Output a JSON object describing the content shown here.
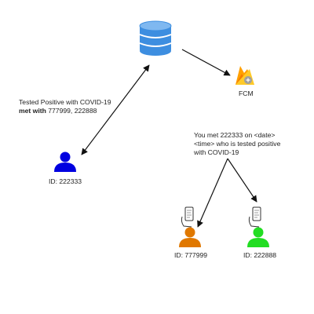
{
  "server": {
    "fcm_label": "FCM"
  },
  "report": {
    "line1": "Tested Positive with COVID-19",
    "met_label": "met with",
    "met_ids": " 777999, 222888"
  },
  "notification": {
    "line1": "You met 222333 on <date>",
    "line2": "<time> who is tested positive",
    "line3": "with COVID-19"
  },
  "users": {
    "infected": {
      "id_label": "ID: 222333",
      "color": "#0000e0"
    },
    "contact1": {
      "id_label": "ID: 777999",
      "color": "#e07800"
    },
    "contact2": {
      "id_label": "ID: 222888",
      "color": "#22dd22"
    }
  },
  "colors": {
    "database": "#3d8ee0",
    "firebase_yellow": "#ffca28",
    "firebase_orange": "#f57c00",
    "arrow": "#111111"
  }
}
